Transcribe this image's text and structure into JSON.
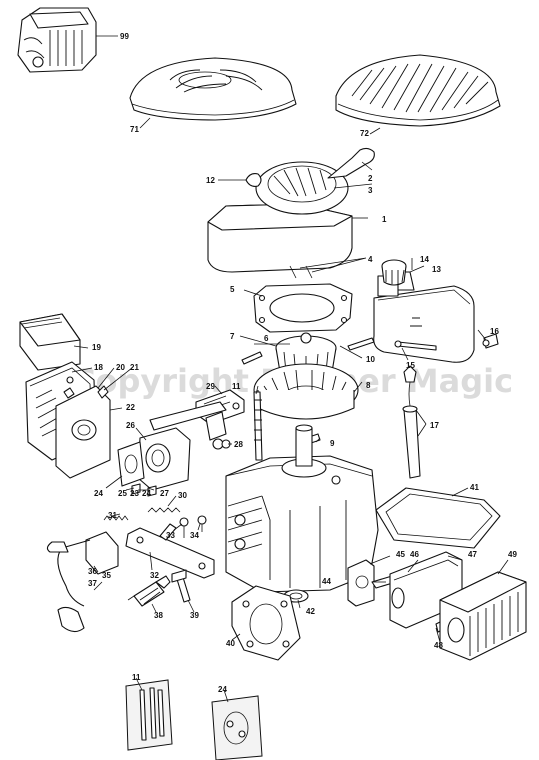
{
  "watermark": "©Copyright Partner Magic",
  "labels": [
    {
      "id": "p99",
      "text": "99"
    },
    {
      "id": "p71",
      "text": "71"
    },
    {
      "id": "p72",
      "text": "72"
    },
    {
      "id": "p12",
      "text": "12"
    },
    {
      "id": "p2",
      "text": "2"
    },
    {
      "id": "p3",
      "text": "3"
    },
    {
      "id": "p1",
      "text": "1"
    },
    {
      "id": "p4",
      "text": "4"
    },
    {
      "id": "p14",
      "text": "14"
    },
    {
      "id": "p13",
      "text": "13"
    },
    {
      "id": "p5",
      "text": "5"
    },
    {
      "id": "p16",
      "text": "16"
    },
    {
      "id": "p7",
      "text": "7"
    },
    {
      "id": "p6",
      "text": "6"
    },
    {
      "id": "p10",
      "text": "10"
    },
    {
      "id": "p15",
      "text": "15"
    },
    {
      "id": "p8",
      "text": "8"
    },
    {
      "id": "p19",
      "text": "19"
    },
    {
      "id": "p18",
      "text": "18"
    },
    {
      "id": "p20",
      "text": "20"
    },
    {
      "id": "p21",
      "text": "21"
    },
    {
      "id": "p29",
      "text": "29"
    },
    {
      "id": "p11a",
      "text": "11"
    },
    {
      "id": "p22",
      "text": "22"
    },
    {
      "id": "p26",
      "text": "26"
    },
    {
      "id": "p28",
      "text": "28"
    },
    {
      "id": "p9",
      "text": "9"
    },
    {
      "id": "p17",
      "text": "17"
    },
    {
      "id": "p24a",
      "text": "24"
    },
    {
      "id": "p25",
      "text": "25"
    },
    {
      "id": "p23",
      "text": "23"
    },
    {
      "id": "p24b",
      "text": "24"
    },
    {
      "id": "p27",
      "text": "27"
    },
    {
      "id": "p30",
      "text": "30"
    },
    {
      "id": "p41",
      "text": "41"
    },
    {
      "id": "p31",
      "text": "31"
    },
    {
      "id": "p33",
      "text": "33"
    },
    {
      "id": "p34",
      "text": "34"
    },
    {
      "id": "p45",
      "text": "45"
    },
    {
      "id": "p46",
      "text": "46"
    },
    {
      "id": "p47",
      "text": "47"
    },
    {
      "id": "p49",
      "text": "49"
    },
    {
      "id": "p32",
      "text": "32"
    },
    {
      "id": "p36",
      "text": "36"
    },
    {
      "id": "p35",
      "text": "35"
    },
    {
      "id": "p37",
      "text": "37"
    },
    {
      "id": "p44",
      "text": "44"
    },
    {
      "id": "p38",
      "text": "38"
    },
    {
      "id": "p39",
      "text": "39"
    },
    {
      "id": "p42",
      "text": "42"
    },
    {
      "id": "p40",
      "text": "40"
    },
    {
      "id": "p48",
      "text": "48"
    },
    {
      "id": "p11b",
      "text": "11"
    },
    {
      "id": "p24c",
      "text": "24"
    }
  ]
}
